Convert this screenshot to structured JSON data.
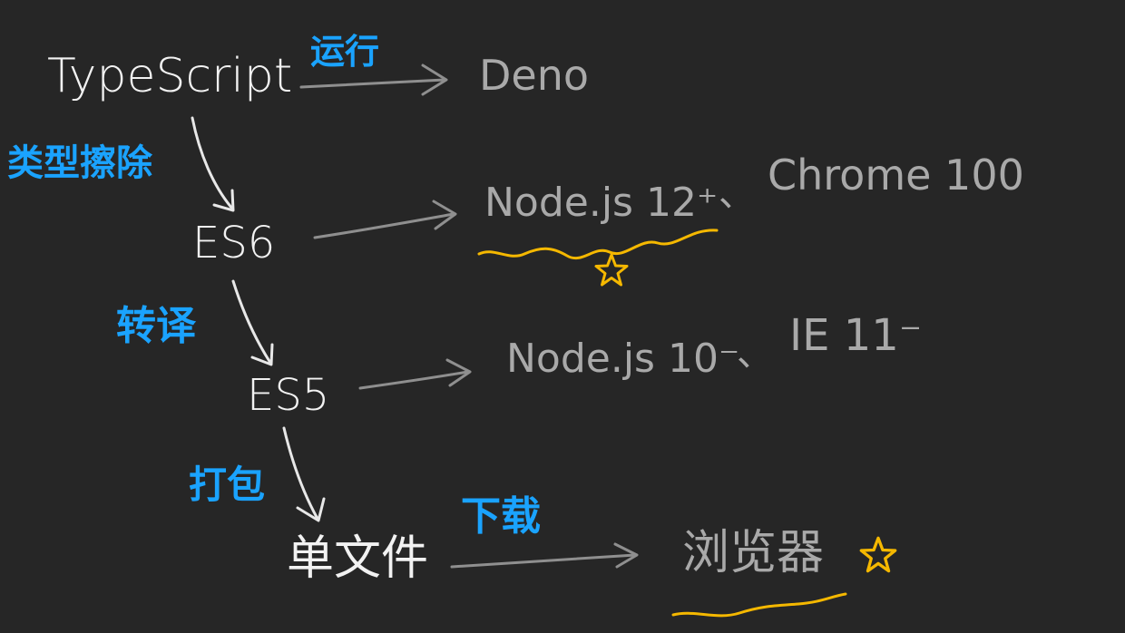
{
  "colors": {
    "background": "#262626",
    "node_text": "#f2f2f2",
    "target_text": "#a9a9a9",
    "edge_label": "#1aa3ff",
    "highlight": "#f5b800",
    "arrow": "#8f8f8f"
  },
  "nodes": {
    "typescript": "TypeScript",
    "es6": "ES6",
    "es5": "ES5",
    "single_file": "单文件"
  },
  "edge_labels": {
    "run": "运行",
    "type_erasure": "类型擦除",
    "transpile": "转译",
    "bundle": "打包",
    "download": "下载"
  },
  "targets": {
    "deno": "Deno",
    "node12": "Node.js 12⁺",
    "separator1": "、",
    "chrome": "Chrome 100",
    "node10": "Node.js 10⁻",
    "separator2": "、",
    "ie": "IE 11⁻",
    "browser": "浏览器"
  },
  "highlights": {
    "star_icon": "star-icon",
    "underlined": [
      "Node.js 12⁺",
      "浏览器"
    ]
  }
}
